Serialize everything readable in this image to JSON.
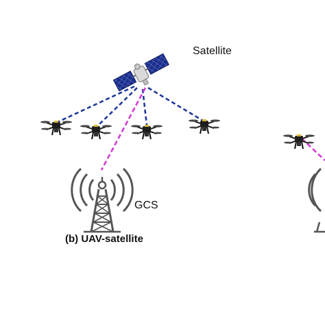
{
  "labels": {
    "satellite": "Satellite",
    "gcs": "GCS",
    "caption": "(b) UAV-satellite"
  },
  "colors": {
    "satellite_link": "#1f3a9a",
    "gcs_link": "#d43bd6",
    "panel": "#1c2f8f",
    "drone_body": "#222222",
    "tower": "#555555"
  },
  "icons": [
    "satellite-icon",
    "drone-icon",
    "radio-tower-icon"
  ]
}
